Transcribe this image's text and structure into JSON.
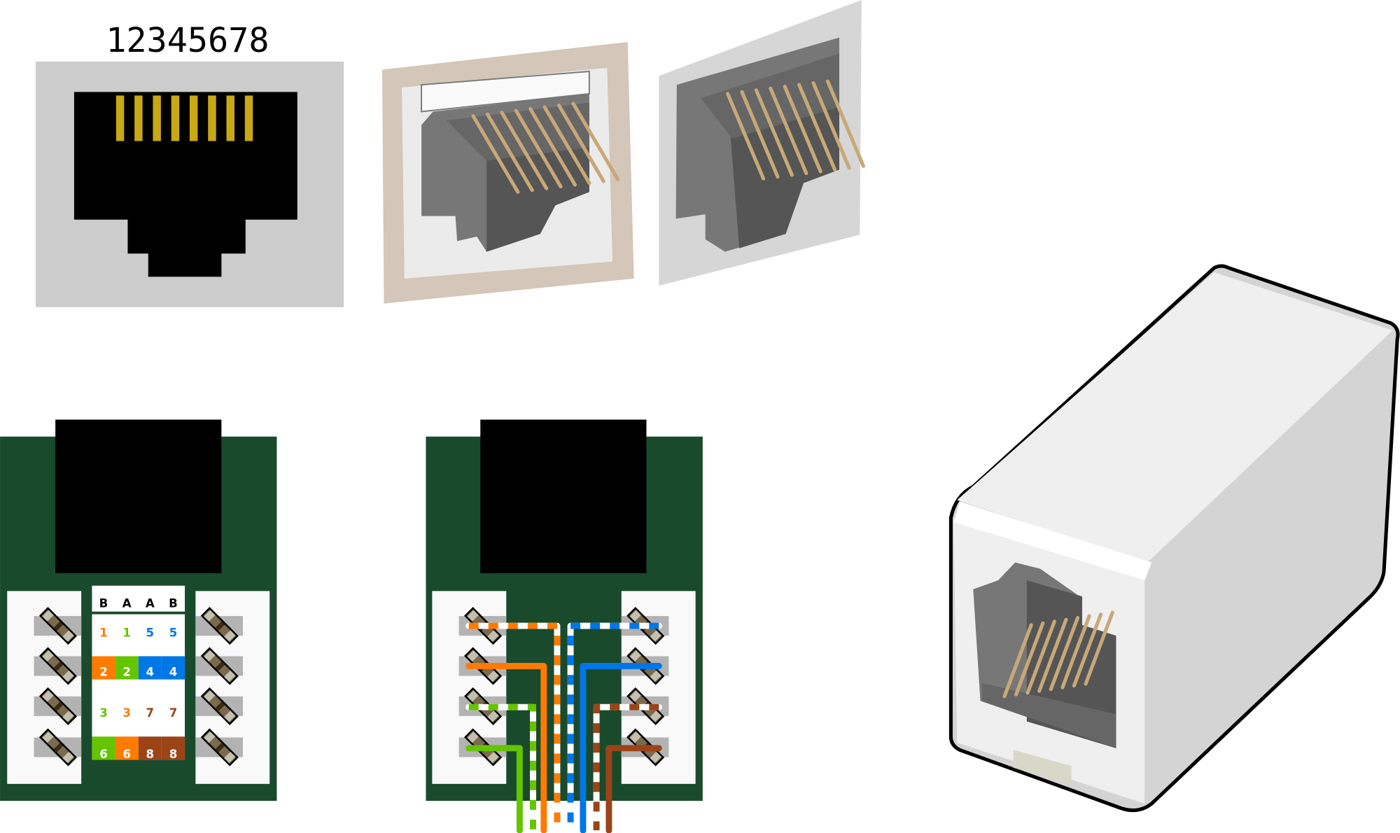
{
  "jack_front": {
    "pin_label": "12345678",
    "pin_color": "#c8a814"
  },
  "punchdown_table": {
    "headers": [
      "B",
      "A",
      "A",
      "B"
    ],
    "rows": [
      {
        "cells": [
          "1",
          "1",
          "5",
          "5"
        ],
        "colors": [
          "#ff7b00",
          "#64c400",
          "#0077e6",
          "#0077e6"
        ],
        "filled": false
      },
      {
        "cells": [
          "2",
          "2",
          "4",
          "4"
        ],
        "colors": [
          "#ff7b00",
          "#64c400",
          "#0077e6",
          "#0077e6"
        ],
        "filled": true
      },
      {
        "cells": [
          "3",
          "3",
          "7",
          "7"
        ],
        "colors": [
          "#64c400",
          "#ff7b00",
          "#9a4418",
          "#9a4418"
        ],
        "filled": false
      },
      {
        "cells": [
          "6",
          "6",
          "8",
          "8"
        ],
        "colors": [
          "#64c400",
          "#ff7b00",
          "#9a4418",
          "#9a4418"
        ],
        "filled": true
      }
    ]
  },
  "colors": {
    "pcb": "#1a4a2c",
    "orange": "#ff7b00",
    "green": "#64c400",
    "blue": "#0077e6",
    "brown": "#9a4418"
  }
}
